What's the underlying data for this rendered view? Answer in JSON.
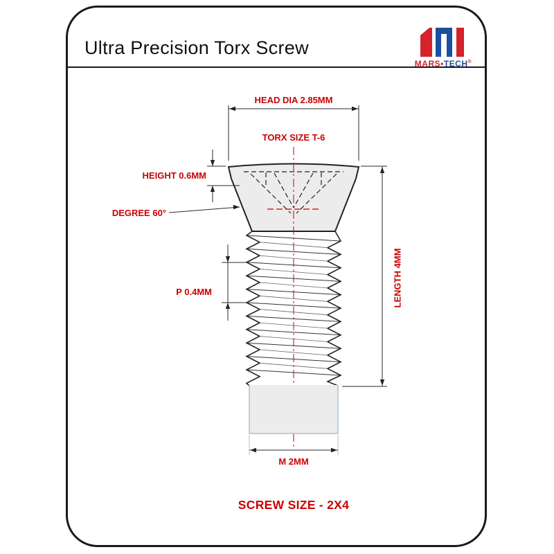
{
  "header": {
    "title": "Ultra Precision Torx Screw"
  },
  "logo": {
    "brand_left": "MARS",
    "separator": "•",
    "brand_right": "TECH",
    "registered": "®"
  },
  "labels": {
    "head_dia": "HEAD DIA 2.85MM",
    "torx_size": "TORX SIZE T-6",
    "height": "HEIGHT 0.6MM",
    "degree": "DEGREE 60°",
    "pitch": "P 0.4MM",
    "length": "LENGTH 4MM",
    "thread_dia": "M 2MM",
    "screw_size": "SCREW SIZE - 2X4"
  },
  "colors": {
    "dimension_text": "#cc0000",
    "line": "#222222",
    "logo_red": "#d4232a",
    "logo_blue": "#1c4fa0",
    "ext_blue": "#a9c3d6"
  }
}
